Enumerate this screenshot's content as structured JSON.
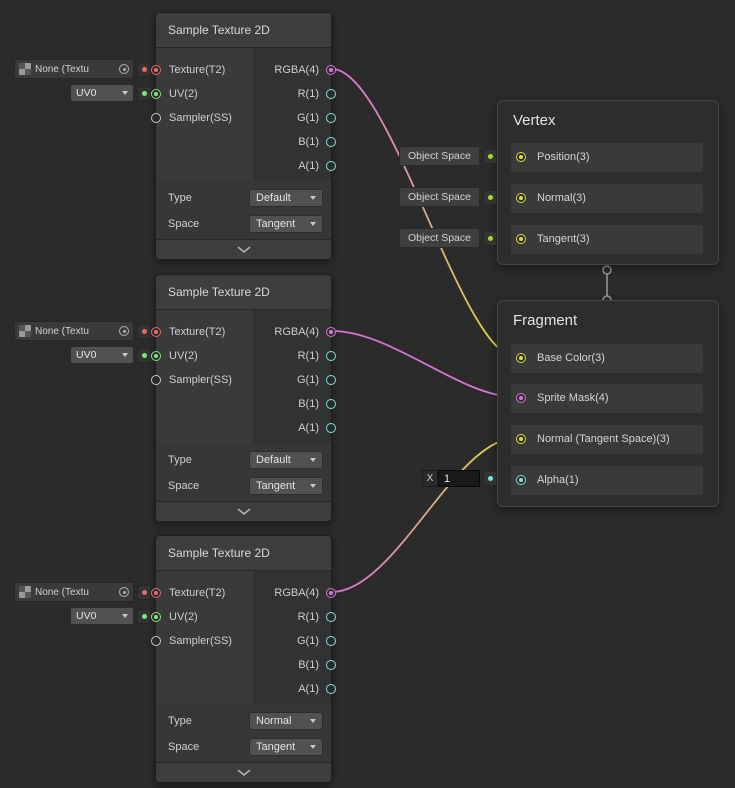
{
  "sample_nodes": [
    {
      "title": "Sample Texture 2D",
      "texture_field": {
        "value": "None (Textu"
      },
      "uv_field": {
        "value": "UV0"
      },
      "inputs": [
        "Texture(T2)",
        "UV(2)",
        "Sampler(SS)"
      ],
      "outputs": [
        "RGBA(4)",
        "R(1)",
        "G(1)",
        "B(1)",
        "A(1)"
      ],
      "controls": {
        "type_label": "Type",
        "type_value": "Default",
        "space_label": "Space",
        "space_value": "Tangent"
      }
    },
    {
      "title": "Sample Texture 2D",
      "texture_field": {
        "value": "None (Textu"
      },
      "uv_field": {
        "value": "UV0"
      },
      "inputs": [
        "Texture(T2)",
        "UV(2)",
        "Sampler(SS)"
      ],
      "outputs": [
        "RGBA(4)",
        "R(1)",
        "G(1)",
        "B(1)",
        "A(1)"
      ],
      "controls": {
        "type_label": "Type",
        "type_value": "Default",
        "space_label": "Space",
        "space_value": "Tangent"
      }
    },
    {
      "title": "Sample Texture 2D",
      "texture_field": {
        "value": "None (Textu"
      },
      "uv_field": {
        "value": "UV0"
      },
      "inputs": [
        "Texture(T2)",
        "UV(2)",
        "Sampler(SS)"
      ],
      "outputs": [
        "RGBA(4)",
        "R(1)",
        "G(1)",
        "B(1)",
        "A(1)"
      ],
      "controls": {
        "type_label": "Type",
        "type_value": "Normal",
        "space_label": "Space",
        "space_value": "Tangent"
      }
    }
  ],
  "vertex_node": {
    "title": "Vertex",
    "blocks": [
      {
        "label": "Position(3)",
        "chip": "Object Space"
      },
      {
        "label": "Normal(3)",
        "chip": "Object Space"
      },
      {
        "label": "Tangent(3)",
        "chip": "Object Space"
      }
    ]
  },
  "fragment_node": {
    "title": "Fragment",
    "blocks": [
      {
        "label": "Base Color(3)"
      },
      {
        "label": "Sprite Mask(4)"
      },
      {
        "label": "Normal (Tangent Space)(3)"
      },
      {
        "label": "Alpha(1)"
      }
    ],
    "alpha_input": {
      "label": "X",
      "value": "1"
    }
  },
  "port_colors": {
    "texture2d": "#e66b6b",
    "vector2": "#7ce67c",
    "sampler_state": "#c8c8c8",
    "vector4": "#d873d8",
    "vector1": "#7fe0e0",
    "vector3": "#dcdc3c"
  }
}
